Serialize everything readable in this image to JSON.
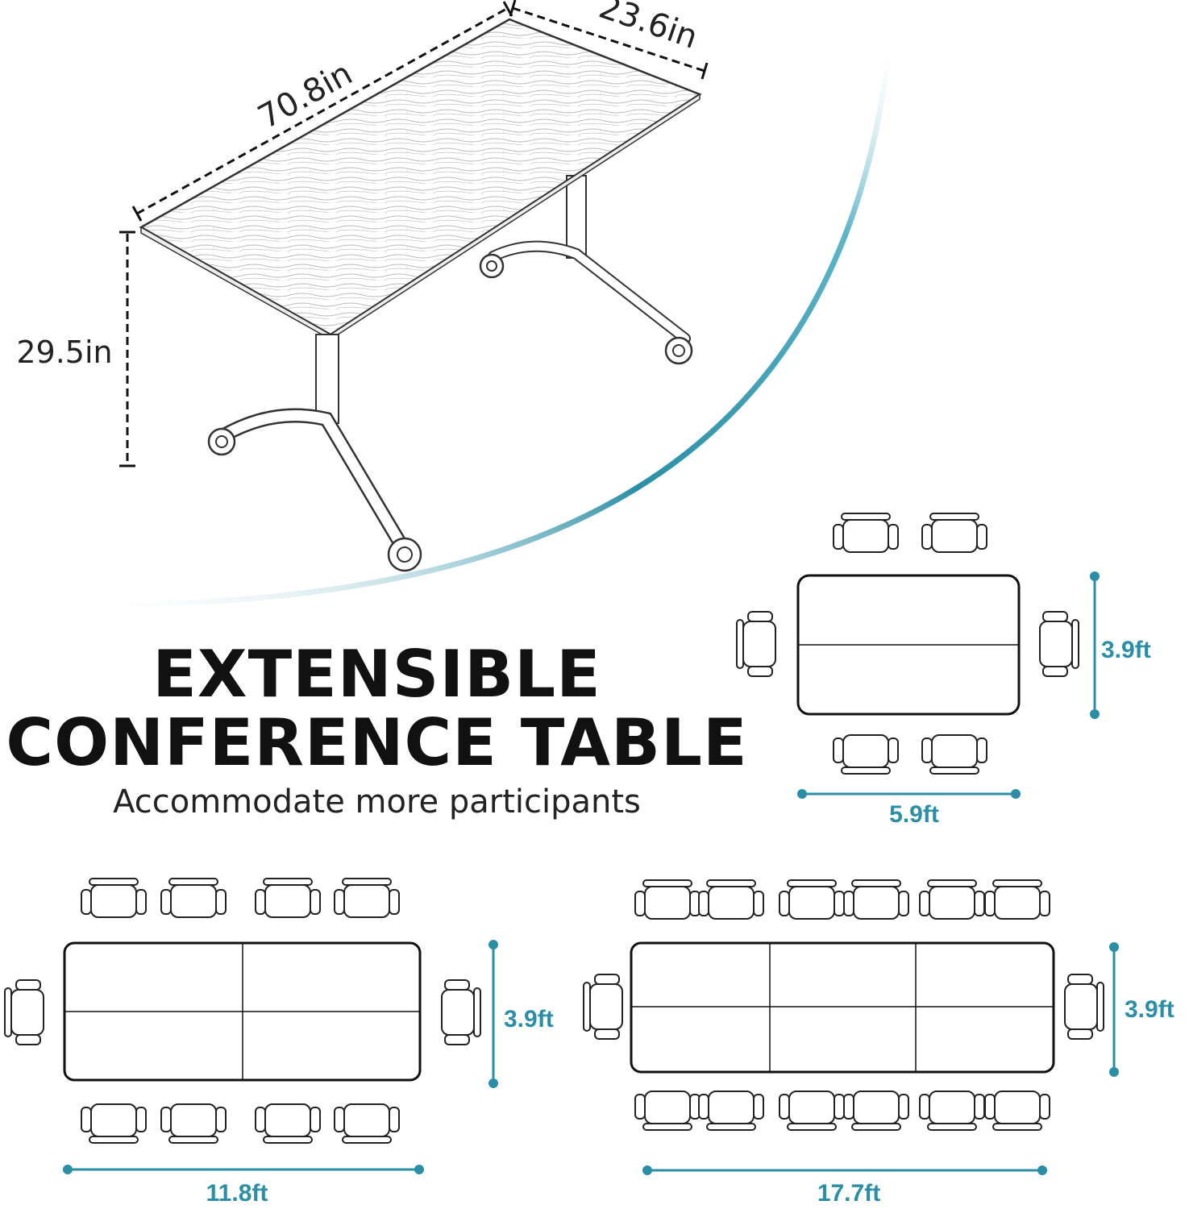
{
  "product": {
    "dimensions": {
      "length": "70.8in",
      "width": "23.6in",
      "height": "29.5in"
    }
  },
  "headline": {
    "line1": "EXTENSIBLE",
    "line2": "CONFERENCE TABLE",
    "subtitle": "Accommodate more participants"
  },
  "configurations": [
    {
      "width_label": "5.9ft",
      "depth_label": "3.9ft",
      "table_segments": 1,
      "chairs_total": 6
    },
    {
      "width_label": "11.8ft",
      "depth_label": "3.9ft",
      "table_segments": 2,
      "chairs_total": 10
    },
    {
      "width_label": "17.7ft",
      "depth_label": "3.9ft",
      "table_segments": 3,
      "chairs_total": 14
    }
  ],
  "colors": {
    "accent": "#2a8fa6",
    "outline": "#222222"
  }
}
